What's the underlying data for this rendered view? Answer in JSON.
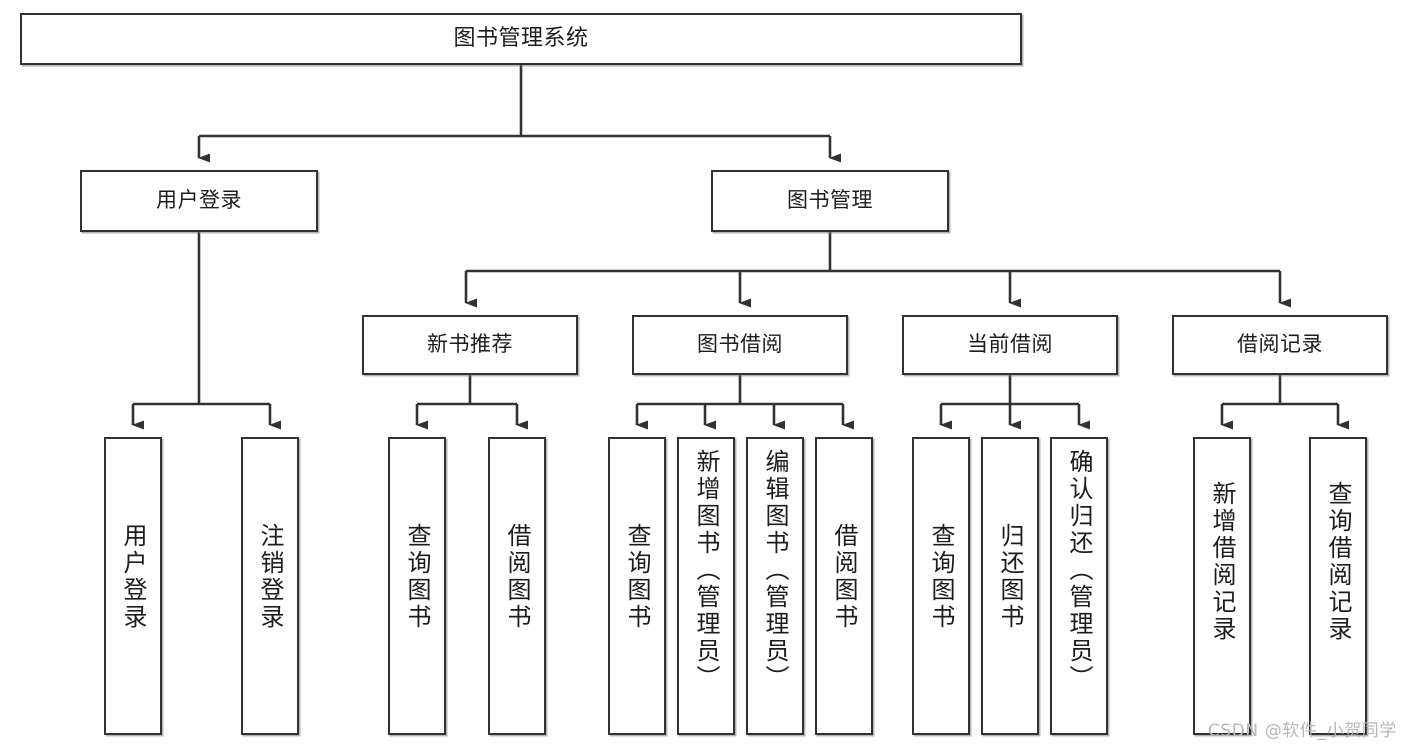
{
  "diagram": {
    "title": "图书管理系统",
    "type": "tree-hierarchy-diagram",
    "watermark": "CSDN @软件_小贺同学",
    "accent_color": "#33322f",
    "background_color": "#ffffff",
    "levels": {
      "root": {
        "label": "图书管理系统"
      },
      "level2": [
        {
          "label": "用户登录"
        },
        {
          "label": "图书管理"
        }
      ],
      "level3": [
        {
          "label": "新书推荐"
        },
        {
          "label": "图书借阅"
        },
        {
          "label": "当前借阅"
        },
        {
          "label": "借阅记录"
        }
      ],
      "leaves": {
        "user_login": [
          {
            "label": "用户登录"
          },
          {
            "label": "注销登录"
          }
        ],
        "new_book_recommend": [
          {
            "label": "查询图书"
          },
          {
            "label": "借阅图书"
          }
        ],
        "book_borrow": [
          {
            "label": "查询图书"
          },
          {
            "label": "新增图书（管理员）"
          },
          {
            "label": "编辑图书（管理员）"
          },
          {
            "label": "借阅图书"
          }
        ],
        "current_borrow": [
          {
            "label": "查询图书"
          },
          {
            "label": "归还图书"
          },
          {
            "label": "确认归还（管理员）"
          }
        ],
        "borrow_record": [
          {
            "label": "新增借阅记录"
          },
          {
            "label": "查询借阅记录"
          }
        ]
      }
    }
  }
}
